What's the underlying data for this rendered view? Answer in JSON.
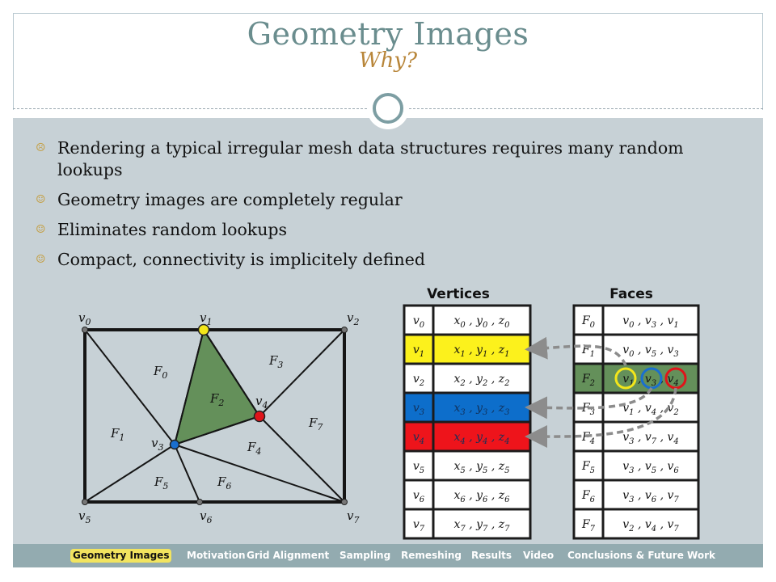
{
  "slide": {
    "title": "Geometry Images",
    "subtitle": "Why?"
  },
  "bullets": [
    {
      "icon": "frown-icon",
      "glyph": "☹",
      "text": "Rendering a typical irregular mesh data structures requires many random lookups"
    },
    {
      "icon": "smile-icon",
      "glyph": "☺",
      "text": "Geometry images are completely regular"
    },
    {
      "icon": "smile-icon",
      "glyph": "☺",
      "text": "Eliminates random lookups"
    },
    {
      "icon": "smile-icon",
      "glyph": "☺",
      "text": "Compact, connectivity is implicitely defined"
    }
  ],
  "mesh": {
    "vertex_labels": [
      "v0",
      "v1",
      "v2",
      "v3",
      "v4",
      "v5",
      "v6",
      "v7"
    ],
    "face_labels": [
      "F0",
      "F1",
      "F2",
      "F3",
      "F4",
      "F5",
      "F6",
      "F7"
    ],
    "highlighted_face": "F2",
    "colors": {
      "face_fill": "#64905a",
      "v1": "#f3e61a",
      "v3": "#1a6fcf",
      "v4": "#e0141a"
    }
  },
  "vertices_table": {
    "header": "Vertices",
    "rows": [
      {
        "id": "v0",
        "coords": "x0 , y0 , z0",
        "color": "#ffffff"
      },
      {
        "id": "v1",
        "coords": "x1 , y1 , z1",
        "color": "#fcf11c"
      },
      {
        "id": "v2",
        "coords": "x2 , y2 , z2",
        "color": "#ffffff"
      },
      {
        "id": "v3",
        "coords": "x3 , y3 , z3",
        "color": "#0d6ecb"
      },
      {
        "id": "v4",
        "coords": "x4 , y4 , z4",
        "color": "#ee141b"
      },
      {
        "id": "v5",
        "coords": "x5 , y5 , z5",
        "color": "#ffffff"
      },
      {
        "id": "v6",
        "coords": "x6 , y6 , z6",
        "color": "#ffffff"
      },
      {
        "id": "v7",
        "coords": "x7 , y7 , z7",
        "color": "#ffffff"
      }
    ]
  },
  "faces_table": {
    "header": "Faces",
    "rows": [
      {
        "id": "F0",
        "verts": "v0 , v3 , v1",
        "color": "#ffffff"
      },
      {
        "id": "F1",
        "verts": "v0 , v5 , v3",
        "color": "#ffffff"
      },
      {
        "id": "F2",
        "verts": "v1 , v3 , v4",
        "color": "#64905a"
      },
      {
        "id": "F3",
        "verts": "v1 , v4 , v2",
        "color": "#ffffff"
      },
      {
        "id": "F4",
        "verts": "v3 , v7 , v4",
        "color": "#ffffff"
      },
      {
        "id": "F5",
        "verts": "v3 , v5 , v6",
        "color": "#ffffff"
      },
      {
        "id": "F6",
        "verts": "v3 , v6 , v7",
        "color": "#ffffff"
      },
      {
        "id": "F7",
        "verts": "v2 , v4 , v7",
        "color": "#ffffff"
      }
    ]
  },
  "nav": {
    "items": [
      "Geometry Images",
      "Motivation",
      "Grid Alignment",
      "Sampling",
      "Remeshing",
      "Results",
      "Video",
      "Conclusions & Future Work"
    ],
    "active_index": 0,
    "active_color": "#f2e45f"
  }
}
